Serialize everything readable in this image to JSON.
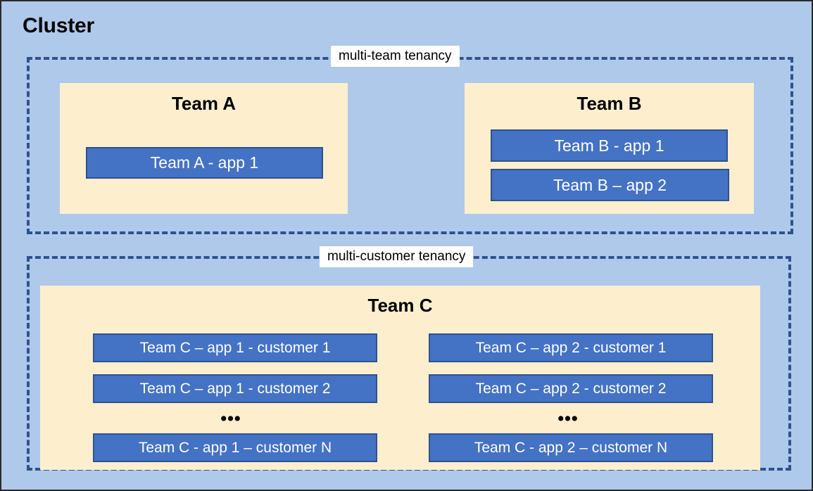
{
  "diagram": {
    "title": "Cluster",
    "background_color": "#AFC9EA",
    "region_border_color": "#2F528F",
    "team_box_color": "#FDEFCE",
    "app_box_color": "#4472C4",
    "app_box_border_color": "#2F528F",
    "app_box_text_color": "#FFFFFF"
  },
  "regions": {
    "multi_team": {
      "label": "multi-team tenancy",
      "teams": [
        {
          "name": "Team A",
          "apps": [
            {
              "label": "Team A - app 1"
            }
          ]
        },
        {
          "name": "Team B",
          "apps": [
            {
              "label": "Team B - app 1"
            },
            {
              "label": "Team B – app 2"
            }
          ]
        }
      ]
    },
    "multi_customer": {
      "label": "multi-customer tenancy",
      "teams": [
        {
          "name": "Team C",
          "columns": [
            {
              "app": "app 1",
              "instances": [
                {
                  "label": "Team C – app 1 - customer 1"
                },
                {
                  "label": "Team C – app 1 - customer 2"
                },
                {
                  "label": "Team C - app 1 – customer N"
                }
              ],
              "ellipsis": "•••"
            },
            {
              "app": "app 2",
              "instances": [
                {
                  "label": "Team C – app 2 - customer 1"
                },
                {
                  "label": "Team C – app 2 - customer 2"
                },
                {
                  "label": "Team C - app 2 – customer N"
                }
              ],
              "ellipsis": "•••"
            }
          ]
        }
      ]
    }
  }
}
